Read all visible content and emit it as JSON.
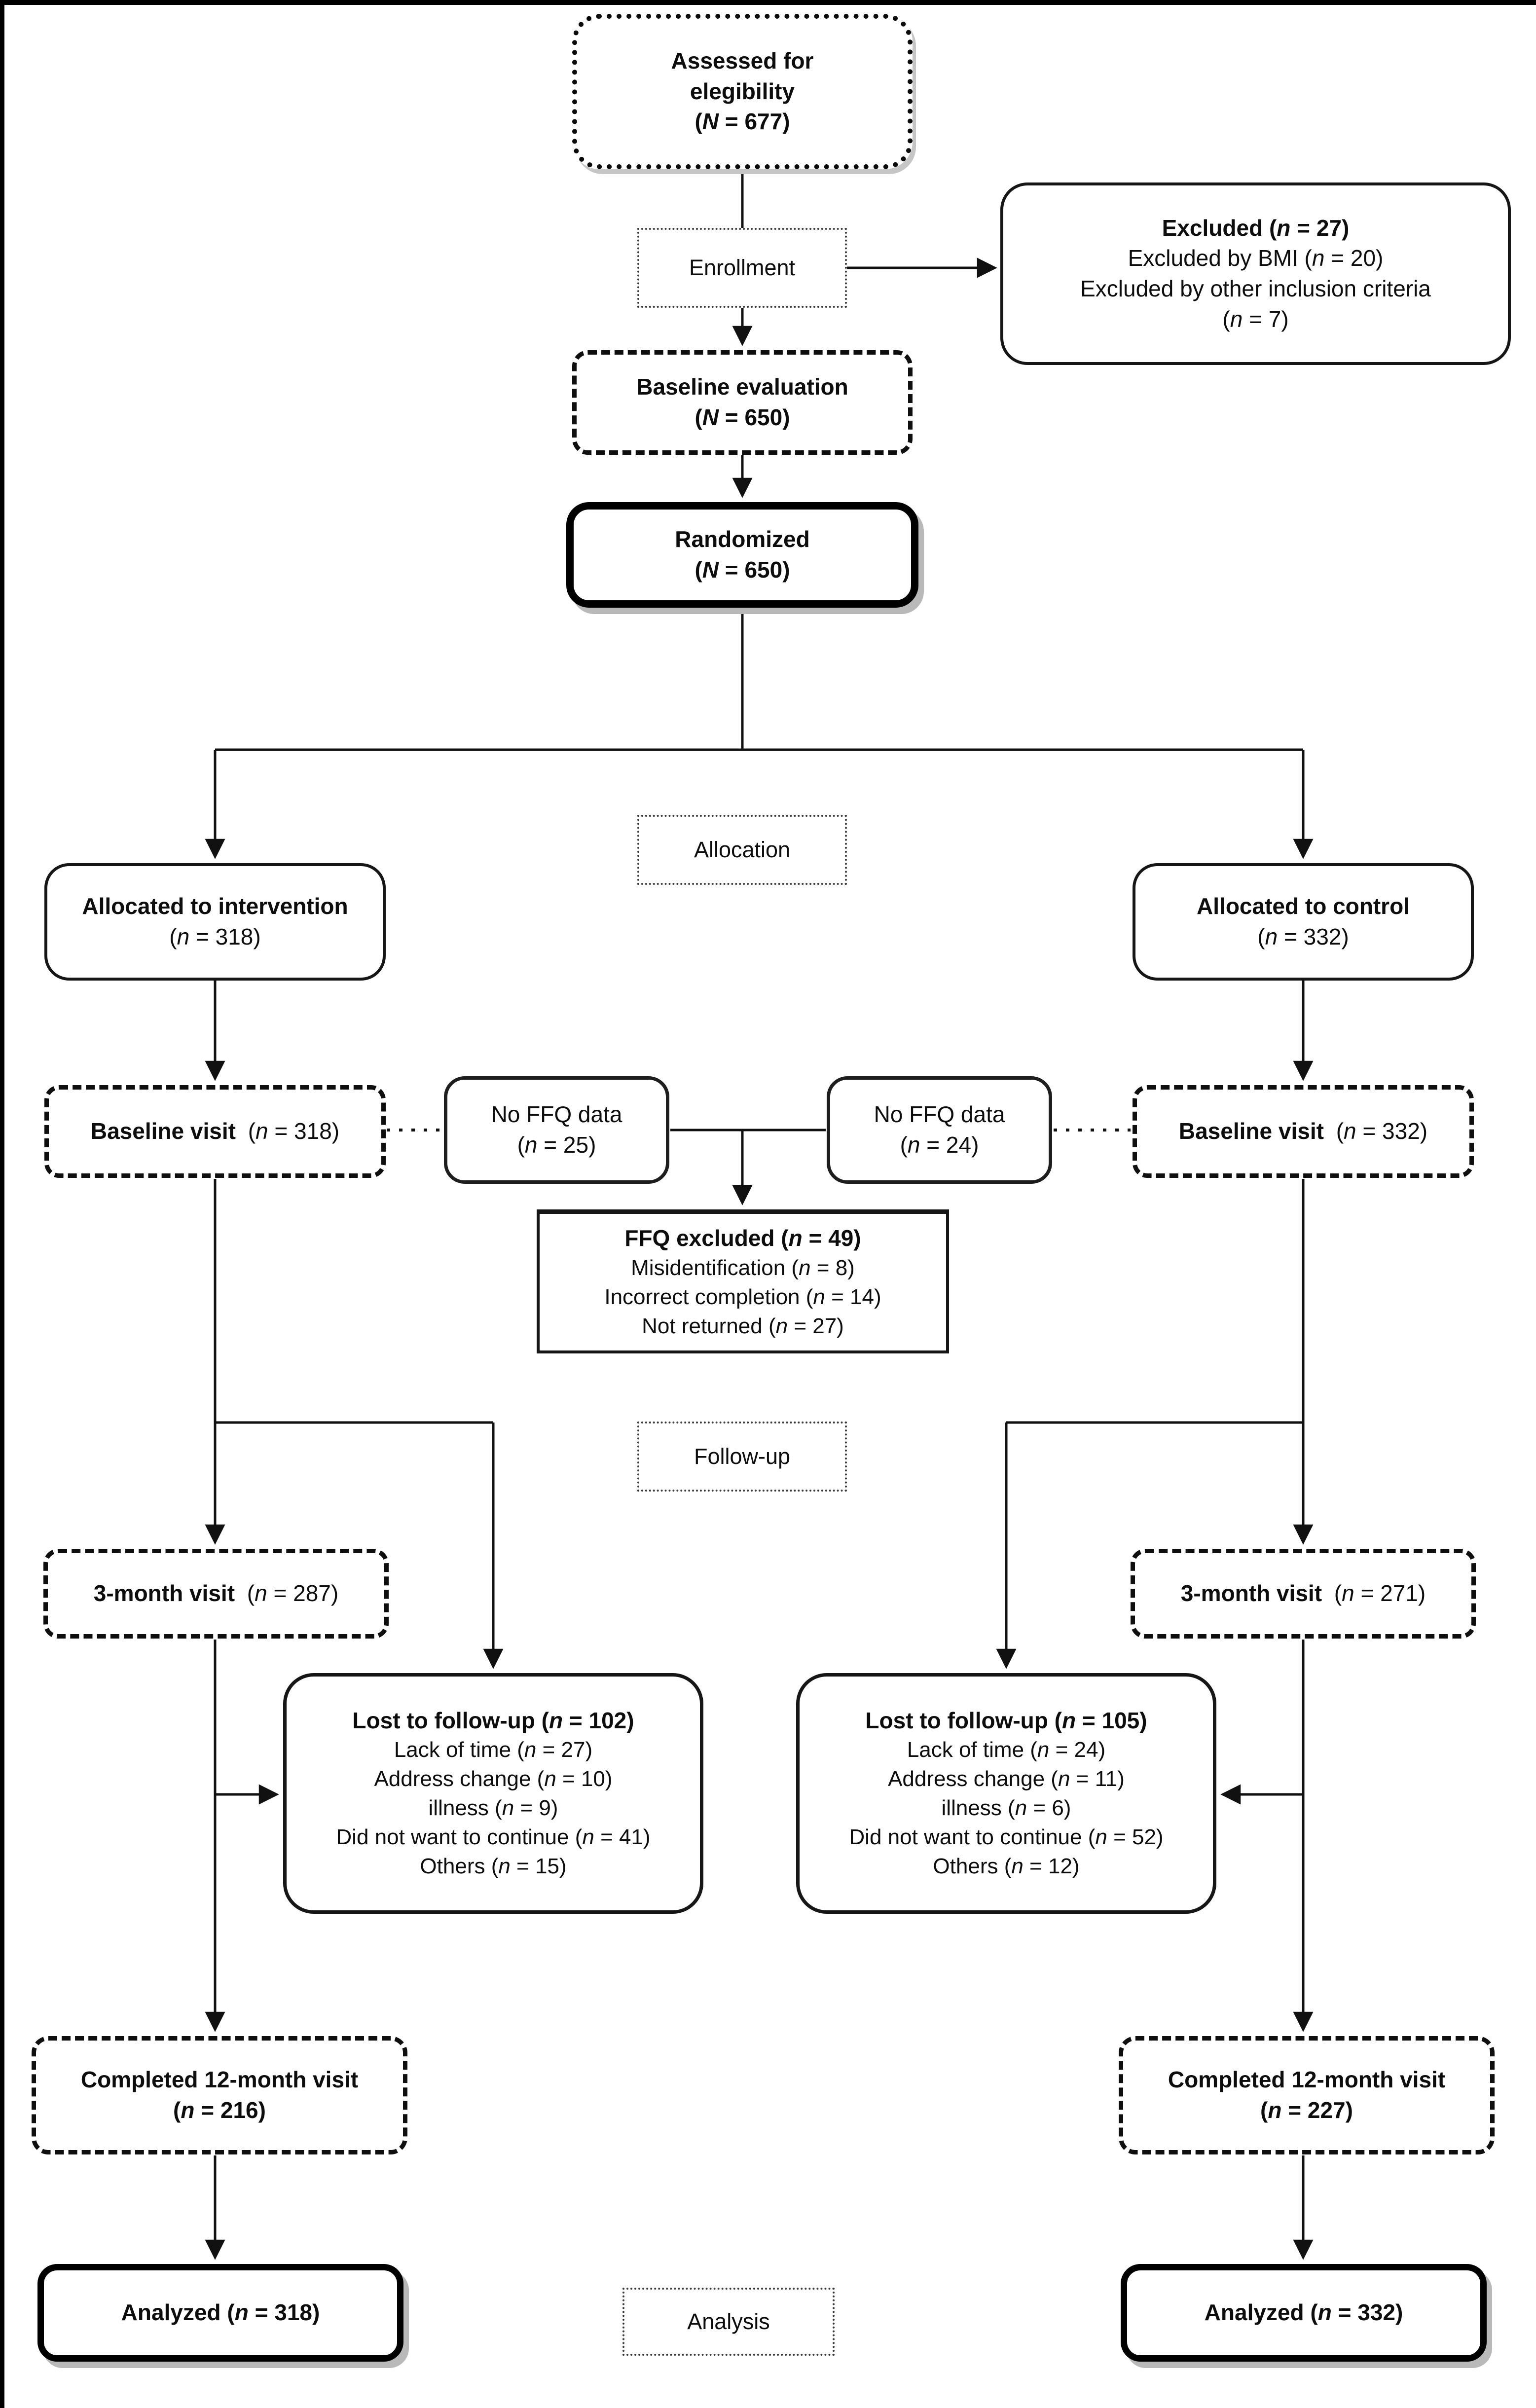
{
  "figure": {
    "type": "consort-flow-diagram",
    "colors": {
      "ink": "#0d0d0d",
      "background": "#ffffff"
    },
    "stage_labels": {
      "enrollment": "Enrollment",
      "allocation": "Allocation",
      "followup": "Follow-up",
      "analysis": "Analysis"
    },
    "nodes": {
      "assessed": {
        "line1": "Assessed for",
        "line2": "elegibility",
        "line3": "(N = 677)"
      },
      "excluded": {
        "heading": "Excluded (n = 27)",
        "line1": "Excluded by BMI (n = 20)",
        "line2": "Excluded by other inclusion criteria",
        "line3": "(n = 7)"
      },
      "baseline_evaluation": {
        "line1": "Baseline evaluation",
        "line2": "(N = 650)"
      },
      "randomized": {
        "line1": "Randomized",
        "line2": "(N = 650)"
      },
      "allocated_intervention": {
        "heading": "Allocated to intervention",
        "count": "(n = 318)"
      },
      "allocated_control": {
        "heading": "Allocated to control",
        "count": "(n = 332)"
      },
      "baseline_visit_intervention": {
        "label": "Baseline visit",
        "count": "(n = 318)"
      },
      "baseline_visit_control": {
        "label": "Baseline visit",
        "count": "(n = 332)"
      },
      "no_ffq_intervention": {
        "line1": "No FFQ data",
        "line2": "(n = 25)"
      },
      "no_ffq_control": {
        "line1": "No FFQ data",
        "line2": "(n = 24)"
      },
      "ffq_excluded": {
        "heading": "FFQ excluded (n = 49)",
        "line1": "Misidentification (n = 8)",
        "line2": "Incorrect completion (n = 14)",
        "line3": "Not returned (n = 27)"
      },
      "month3_intervention": {
        "label": "3-month visit",
        "count": "(n = 287)"
      },
      "month3_control": {
        "label": "3-month visit",
        "count": "(n = 271)"
      },
      "lost_intervention": {
        "heading": "Lost to follow-up (n = 102)",
        "line1": "Lack of time (n = 27)",
        "line2": "Address change (n = 10)",
        "line3": "illness (n = 9)",
        "line4": "Did not want to continue (n = 41)",
        "line5": "Others (n = 15)"
      },
      "lost_control": {
        "heading": "Lost to follow-up (n = 105)",
        "line1": "Lack of time (n = 24)",
        "line2": "Address change (n = 11)",
        "line3": "illness (n = 6)",
        "line4": "Did not want to continue (n = 52)",
        "line5": "Others (n = 12)"
      },
      "completed_intervention": {
        "line1": "Completed 12-month visit",
        "line2": "(n = 216)"
      },
      "completed_control": {
        "line1": "Completed 12-month visit",
        "line2": "(n = 227)"
      },
      "analyzed_intervention": {
        "label": "Analyzed (n = 318)"
      },
      "analyzed_control": {
        "label": "Analyzed (n = 332)"
      }
    }
  }
}
